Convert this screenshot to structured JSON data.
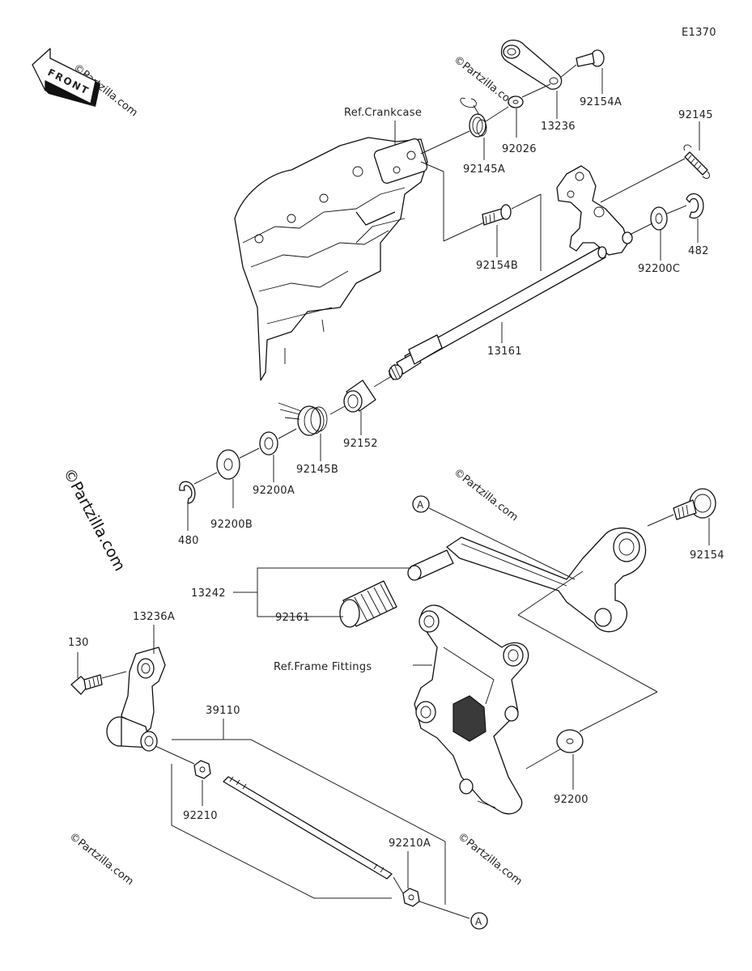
{
  "diagram": {
    "code": "E1370",
    "front_arrow_label": "FRONT",
    "watermark": "©Partzilla.com",
    "watermark_side": "©Partzilla.com",
    "refs": {
      "crankcase": "Ref.Crankcase",
      "frame_fittings": "Ref.Frame Fittings"
    },
    "marker_a": "A",
    "parts": {
      "p92154A": "92154A",
      "p13236": "13236",
      "p92026": "92026",
      "p92145A": "92145A",
      "p92145": "92145",
      "p92154B": "92154B",
      "p92200C": "92200C",
      "p482": "482",
      "p13161": "13161",
      "p92152": "92152",
      "p92145B": "92145B",
      "p92200A": "92200A",
      "p92200B": "92200B",
      "p480": "480",
      "p92154": "92154",
      "p13242": "13242",
      "p92161": "92161",
      "p13236A": "13236A",
      "p130": "130",
      "p39110": "39110",
      "p92210": "92210",
      "p92210A": "92210A",
      "p92200": "92200"
    }
  },
  "colors": {
    "line": "#222222",
    "background": "#ffffff",
    "watermark": "#e6e6e6"
  }
}
